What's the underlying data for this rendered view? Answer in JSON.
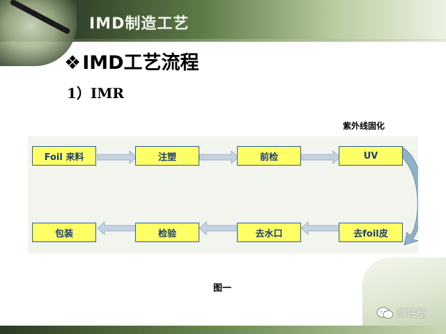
{
  "header": {
    "title": "IMD制造工艺"
  },
  "section": {
    "bullet": "❖",
    "title": "IMD工艺流程"
  },
  "subsection": {
    "title": "1）IMR"
  },
  "diagram": {
    "uv_cure_label": "紫外线固化",
    "top_row": [
      "Foil 来料",
      "注塑",
      "前检",
      "UV"
    ],
    "bottom_row": [
      "包装",
      "检验",
      "去水口",
      "去foil皮"
    ]
  },
  "figure_caption": "图一",
  "watermark": {
    "text": "微注塑"
  },
  "colors": {
    "box_fill": "#ffff66",
    "box_border": "#2d5b98",
    "arrow": "#b9c7d8",
    "return_arrow": "#7fa2b8"
  }
}
